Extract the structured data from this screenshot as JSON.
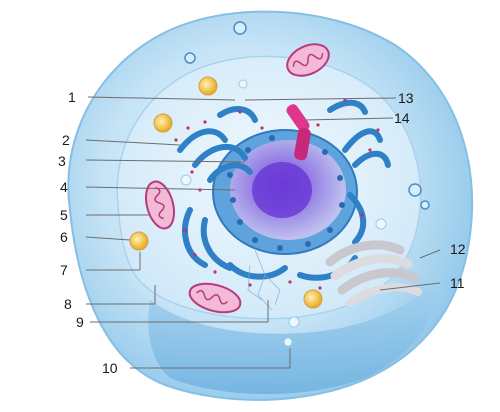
{
  "labels": [
    {
      "n": "1"
    },
    {
      "n": "2"
    },
    {
      "n": "3"
    },
    {
      "n": "4"
    },
    {
      "n": "5"
    },
    {
      "n": "6"
    },
    {
      "n": "7"
    },
    {
      "n": "8"
    },
    {
      "n": "9"
    },
    {
      "n": "10"
    },
    {
      "n": "11"
    },
    {
      "n": "12"
    },
    {
      "n": "13"
    },
    {
      "n": "14"
    }
  ],
  "colors": {
    "cell_body": "#bfe0f4",
    "cell_membrane": "#dff0fa",
    "nucleus_envelope": "#3a86c8",
    "nucleolus": "#6a3fc8",
    "nucleoplasm": "#9a86e0",
    "er": "#2f80c6",
    "mitochondria": "#d86fa8",
    "golgi": "#d8d8dc",
    "centrosome": "#e0358c",
    "lysosome": "#f4c640",
    "label_text": "#1a1a1a"
  }
}
